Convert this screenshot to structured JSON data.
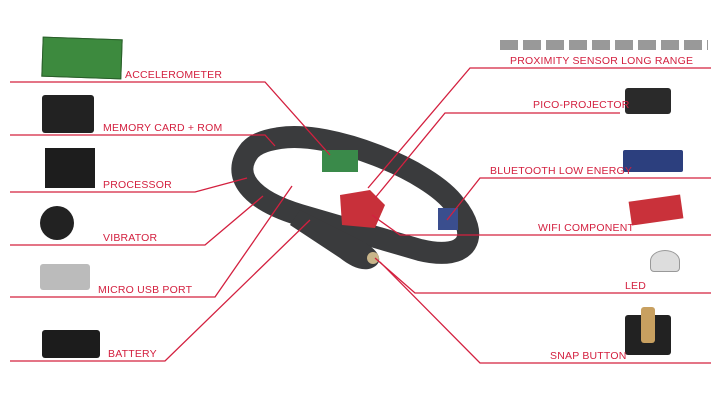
{
  "colors": {
    "accent": "#d3203f",
    "band": "#3a3b3d"
  },
  "left_labels": {
    "accelerometer": "ACCELEROMETER",
    "memory": "MEMORY CARD + ROM",
    "processor": "PROCESSOR",
    "vibrator": "VIBRATOR",
    "usb": "MICRO USB PORT",
    "battery": "BATTERY"
  },
  "right_labels": {
    "proximity": "PROXIMITY SENSOR LONG RANGE",
    "projector": "PICO-PROJECTOR",
    "bluetooth": "BLUETOOTH LOW ENERGY",
    "wifi": "WIFI COMPONENT",
    "led": "LED",
    "snap": "SNAP BUTTON"
  }
}
